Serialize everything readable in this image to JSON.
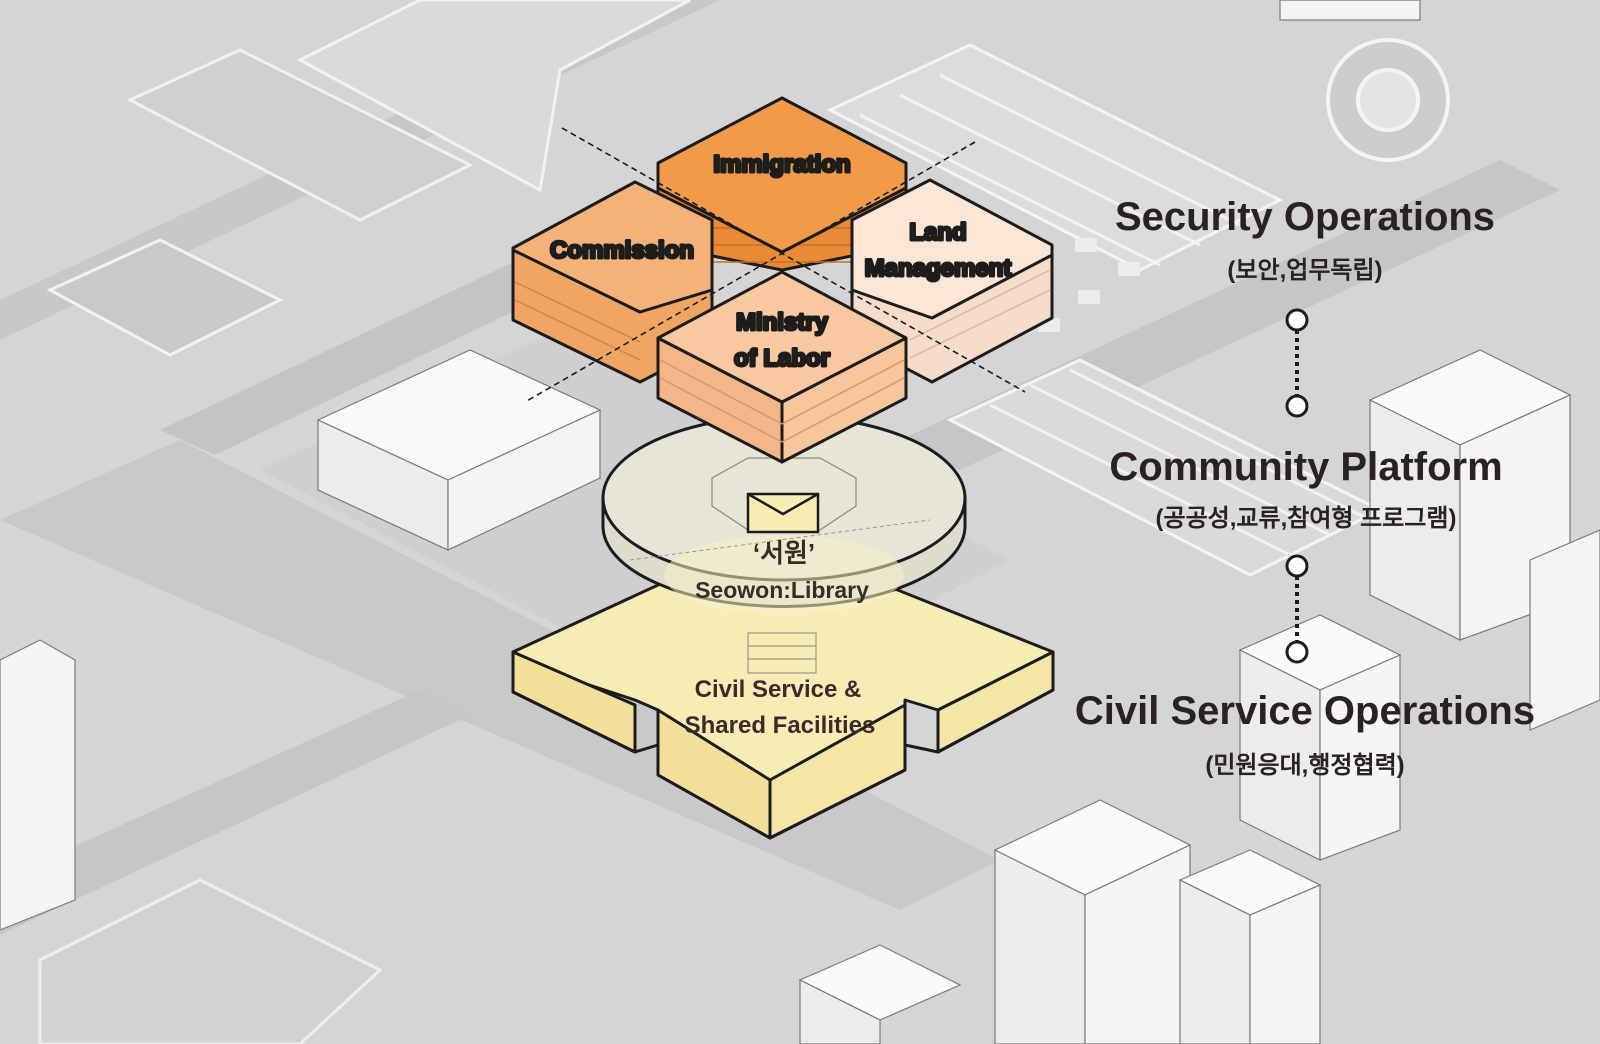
{
  "blocks": {
    "immigration": "Immigration",
    "commission": "Commission",
    "land_line1": "Land",
    "land_line2": "Management",
    "labor_line1": "Ministry",
    "labor_line2": "of Labor",
    "library_korean": "‘서원’",
    "library_name": "Seowon:Library",
    "civil_line1": "Civil Service &",
    "civil_line2": "Shared Facilities"
  },
  "legend": {
    "security_title": "Security Operations",
    "security_sub": "(보안,업무독립)",
    "community_title": "Community Platform",
    "community_sub": "(공공성,교류,참여형 프로그램)",
    "civil_title": "Civil Service Operations",
    "civil_sub": "(민원응대,행정협력)"
  },
  "colors": {
    "background": "#d4d4d4",
    "road": "#c6c6c6",
    "immigration": "#f09a4a",
    "commission": "#f4b179",
    "land_management": "#fbe6d6",
    "ministry_of_labor": "#f8c9a0",
    "library_disc": "#e5e4d6",
    "civil_service": "#f7ebb0"
  }
}
